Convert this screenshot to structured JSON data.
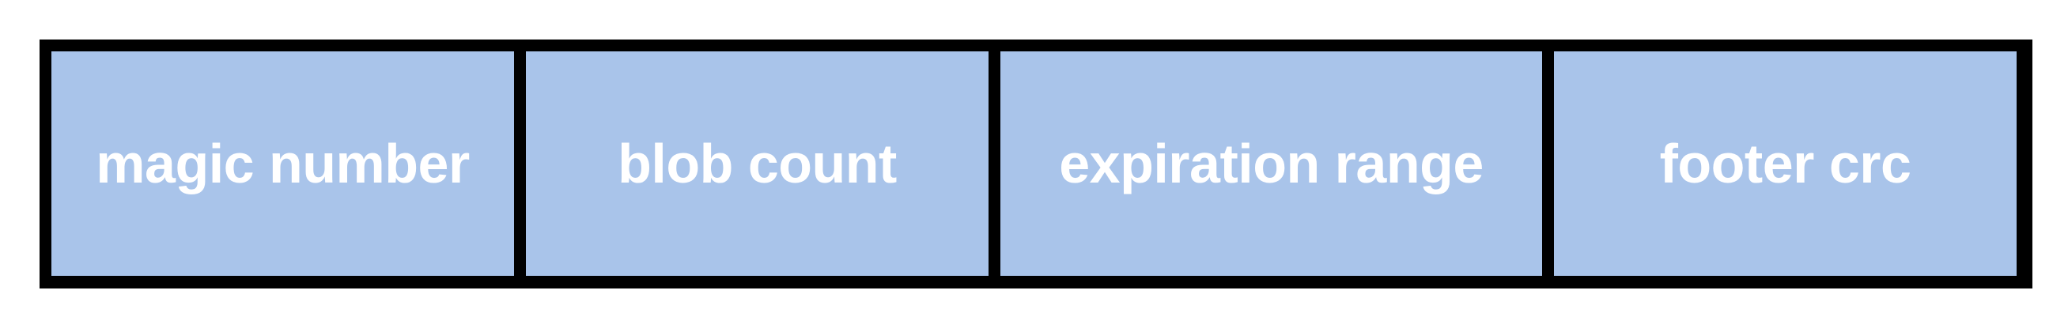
{
  "colors": {
    "cell_fill": "#a9c4ea",
    "border": "#000000",
    "text": "#ffffff"
  },
  "fields": [
    {
      "label": "magic number"
    },
    {
      "label": "blob count"
    },
    {
      "label": "expiration range"
    },
    {
      "label": "footer crc"
    }
  ]
}
